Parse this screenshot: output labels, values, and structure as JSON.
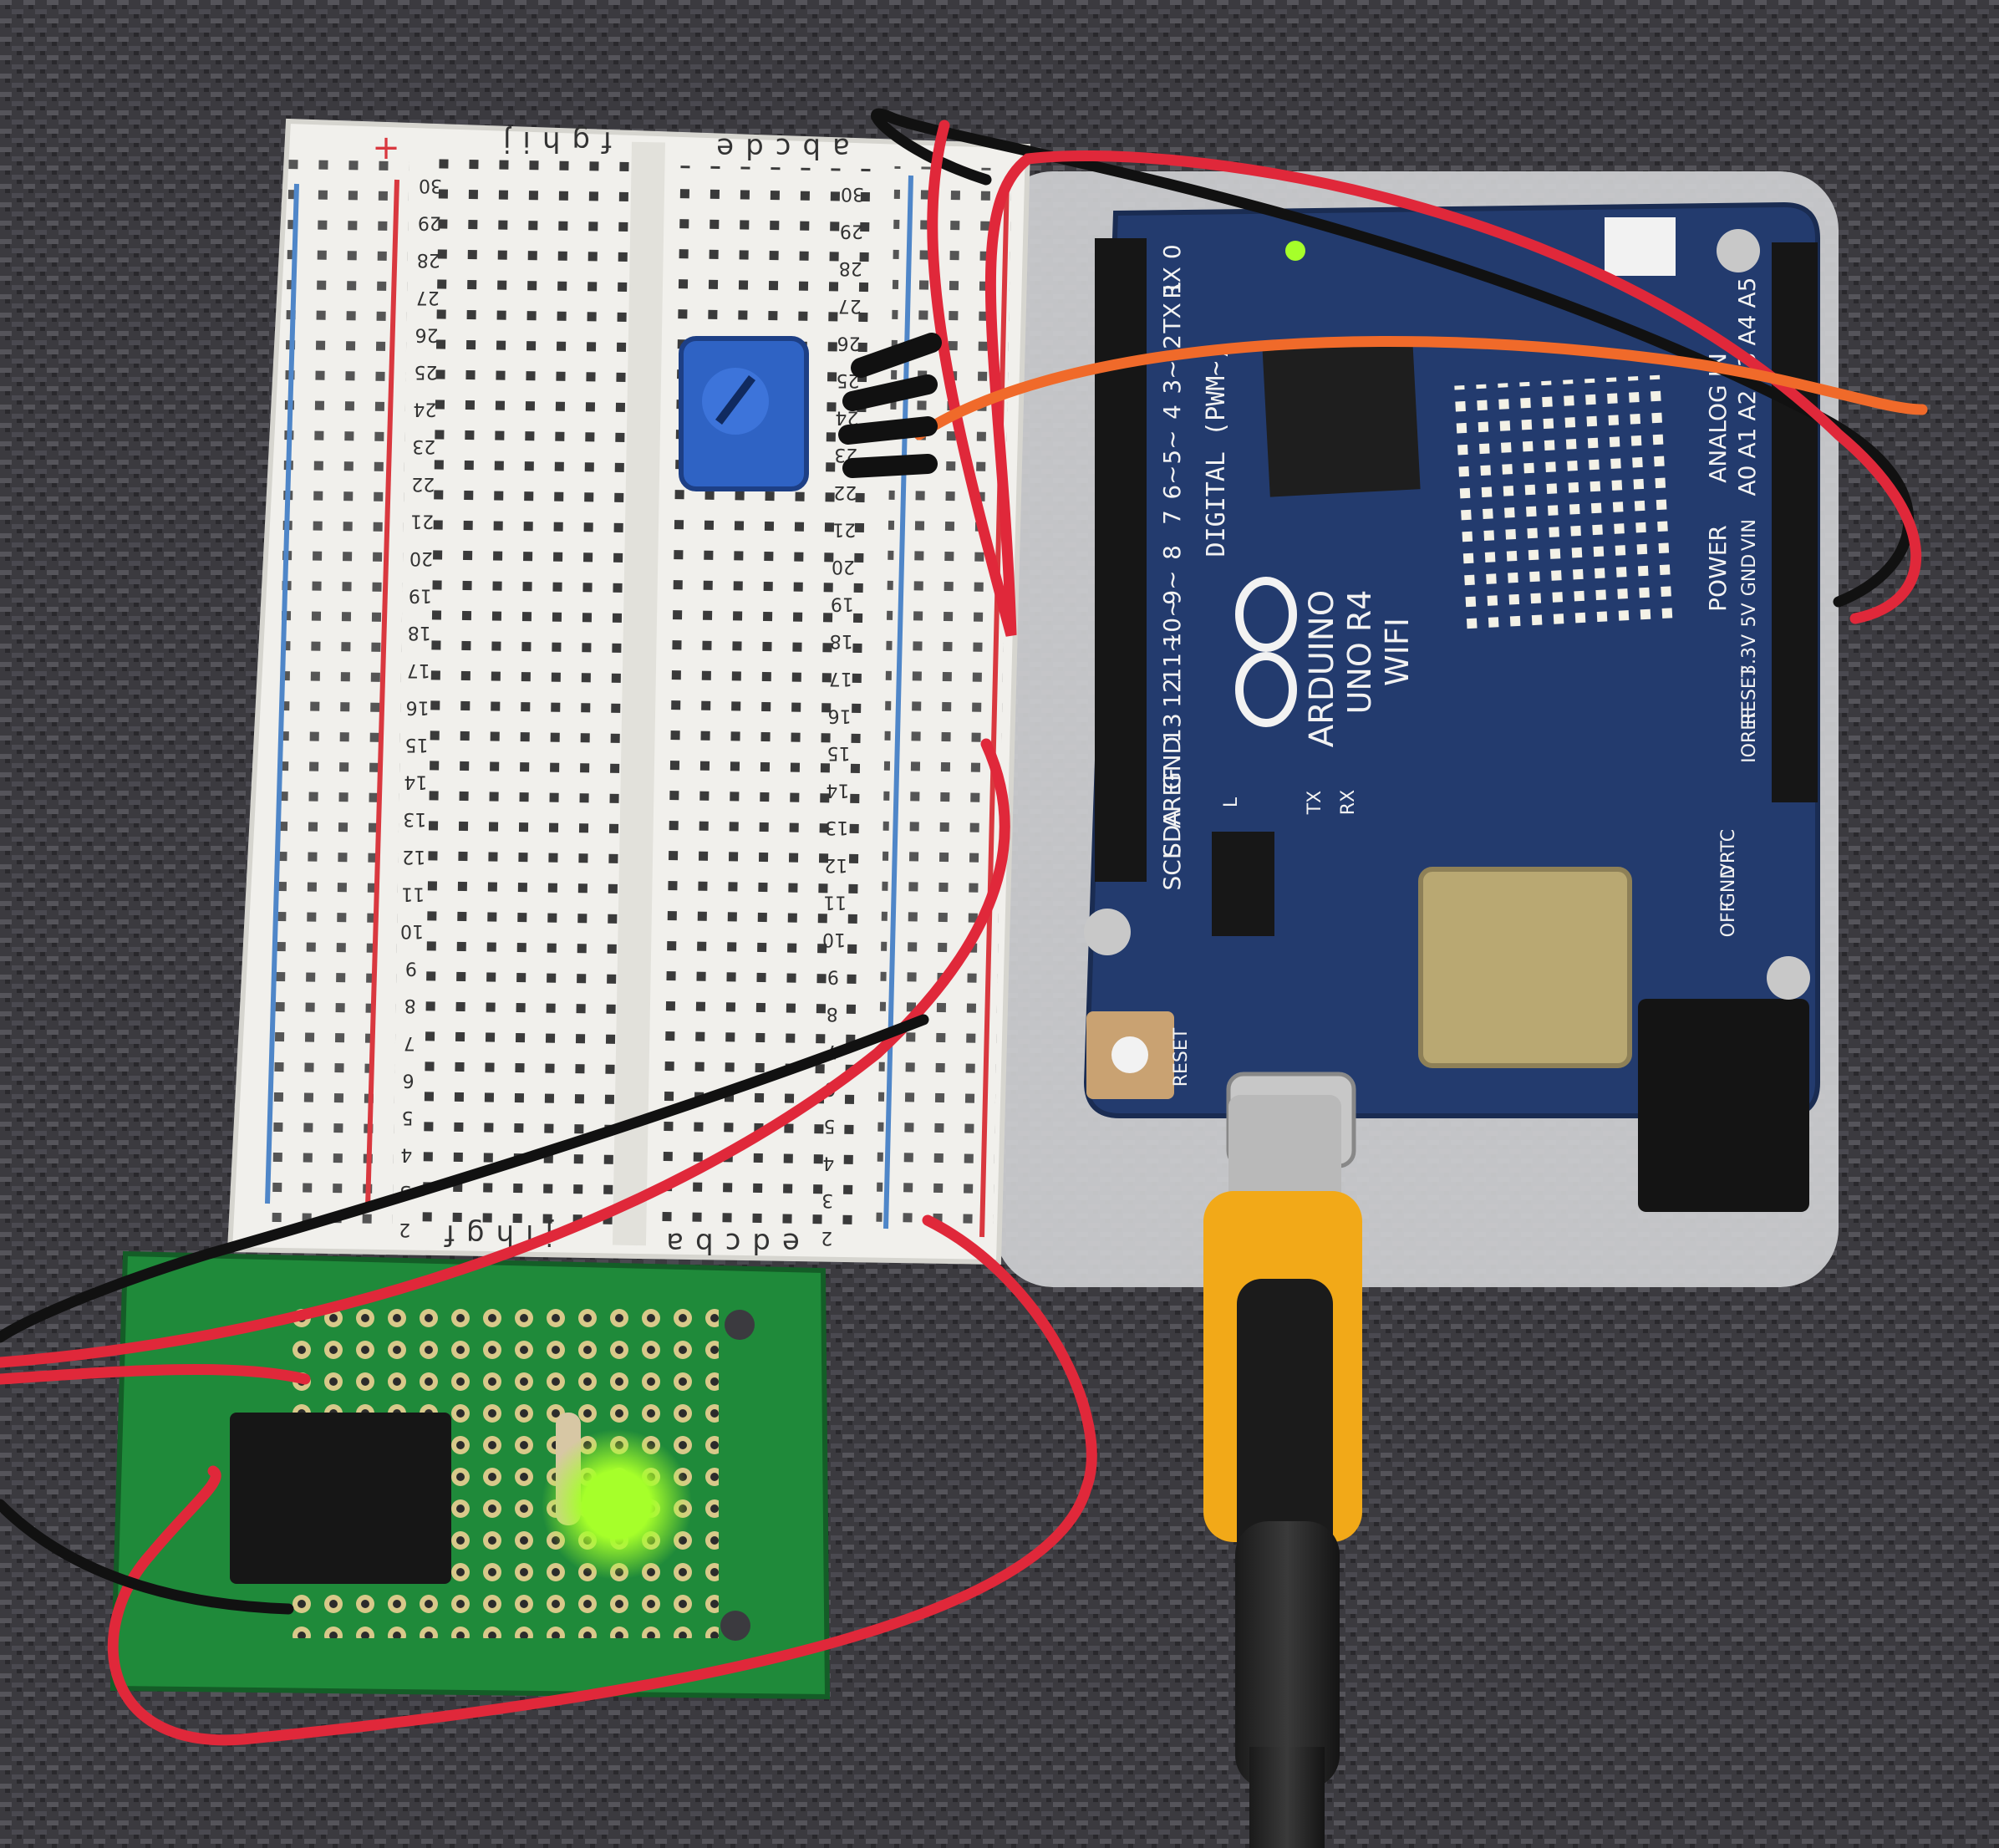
{
  "photo": {
    "colors": {
      "fabric": "#3b3a3f",
      "breadboard": "#f1f0ec",
      "rail_red": "#d9383f",
      "rail_blue": "#4f86c8",
      "arduino_board": "#233b6e",
      "acrylic_plate": "#cfd0d3",
      "perfboard": "#1f8a3a",
      "wire_red": "#e0283a",
      "wire_black": "#111111",
      "wire_orange": "#f06a2a",
      "led_green": "#a6ff2a",
      "potentiometer": "#2f63c4",
      "cable_yellow": "#f2a918"
    },
    "breadboard": {
      "top_letters_left": "fghij",
      "top_letters_right": "abcde",
      "bottom_letters_left": "jihgf",
      "bottom_letters_right": "edcba",
      "plus_sign": "+",
      "row_numbers": [
        "30",
        "29",
        "28",
        "27",
        "26",
        "25",
        "24",
        "23",
        "22",
        "21",
        "20",
        "19",
        "18",
        "17",
        "16",
        "15",
        "14",
        "13",
        "12",
        "11",
        "10",
        "9",
        "8",
        "7",
        "6",
        "5",
        "4",
        "3",
        "2"
      ]
    },
    "arduino": {
      "brand": "ARDUINO",
      "model": "UNO R4",
      "variant": "WIFI",
      "digital_label": "DIGITAL (PWM~)",
      "pin_labels_left": [
        "RX 0",
        "TX 1",
        "2",
        "3~",
        "4",
        "5~",
        "6~",
        "7",
        "8",
        "9~",
        "10~",
        "11~",
        "12",
        "13",
        "GND",
        "AREF",
        "SDA",
        "SCL"
      ],
      "pin_labels_right": [
        "A5",
        "A4",
        "A3",
        "A2",
        "A1",
        "A0"
      ],
      "analog_label": "ANALOG IN",
      "power_label": "POWER",
      "power_pins": [
        "VIN",
        "GND",
        "5V",
        "3.3V",
        "RESET",
        "IOREF"
      ],
      "misc_labels": [
        "RESET",
        "L",
        "TX",
        "RX",
        "VRTC",
        "GND",
        "OFF"
      ]
    }
  }
}
